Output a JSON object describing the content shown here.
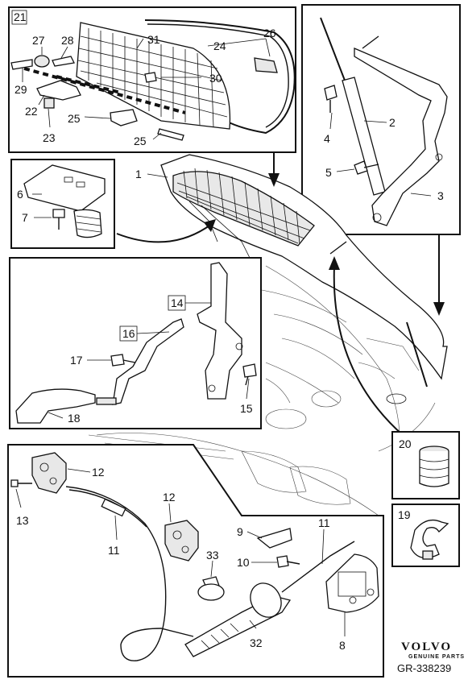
{
  "diagram": {
    "callouts": {
      "p1": "1",
      "p2": "2",
      "p3": "3",
      "p4": "4",
      "p5": "5",
      "p6": "6",
      "p7": "7",
      "p8": "8",
      "p9": "9",
      "p10": "10",
      "p11a": "11",
      "p11b": "11",
      "p12a": "12",
      "p12b": "12",
      "p13": "13",
      "p14": "14",
      "p15": "15",
      "p16": "16",
      "p17": "17",
      "p18": "18",
      "p19": "19",
      "p20": "20",
      "p21": "21",
      "p22": "22",
      "p23": "23",
      "p24": "24",
      "p25a": "25",
      "p25b": "25",
      "p26": "26",
      "p27": "27",
      "p28": "28",
      "p29": "29",
      "p30": "30",
      "p31": "31",
      "p32": "32",
      "p33": "33"
    },
    "brand": "VOLVO",
    "brand_sub": "GENUINE PARTS",
    "figure_number": "GR-338239"
  }
}
